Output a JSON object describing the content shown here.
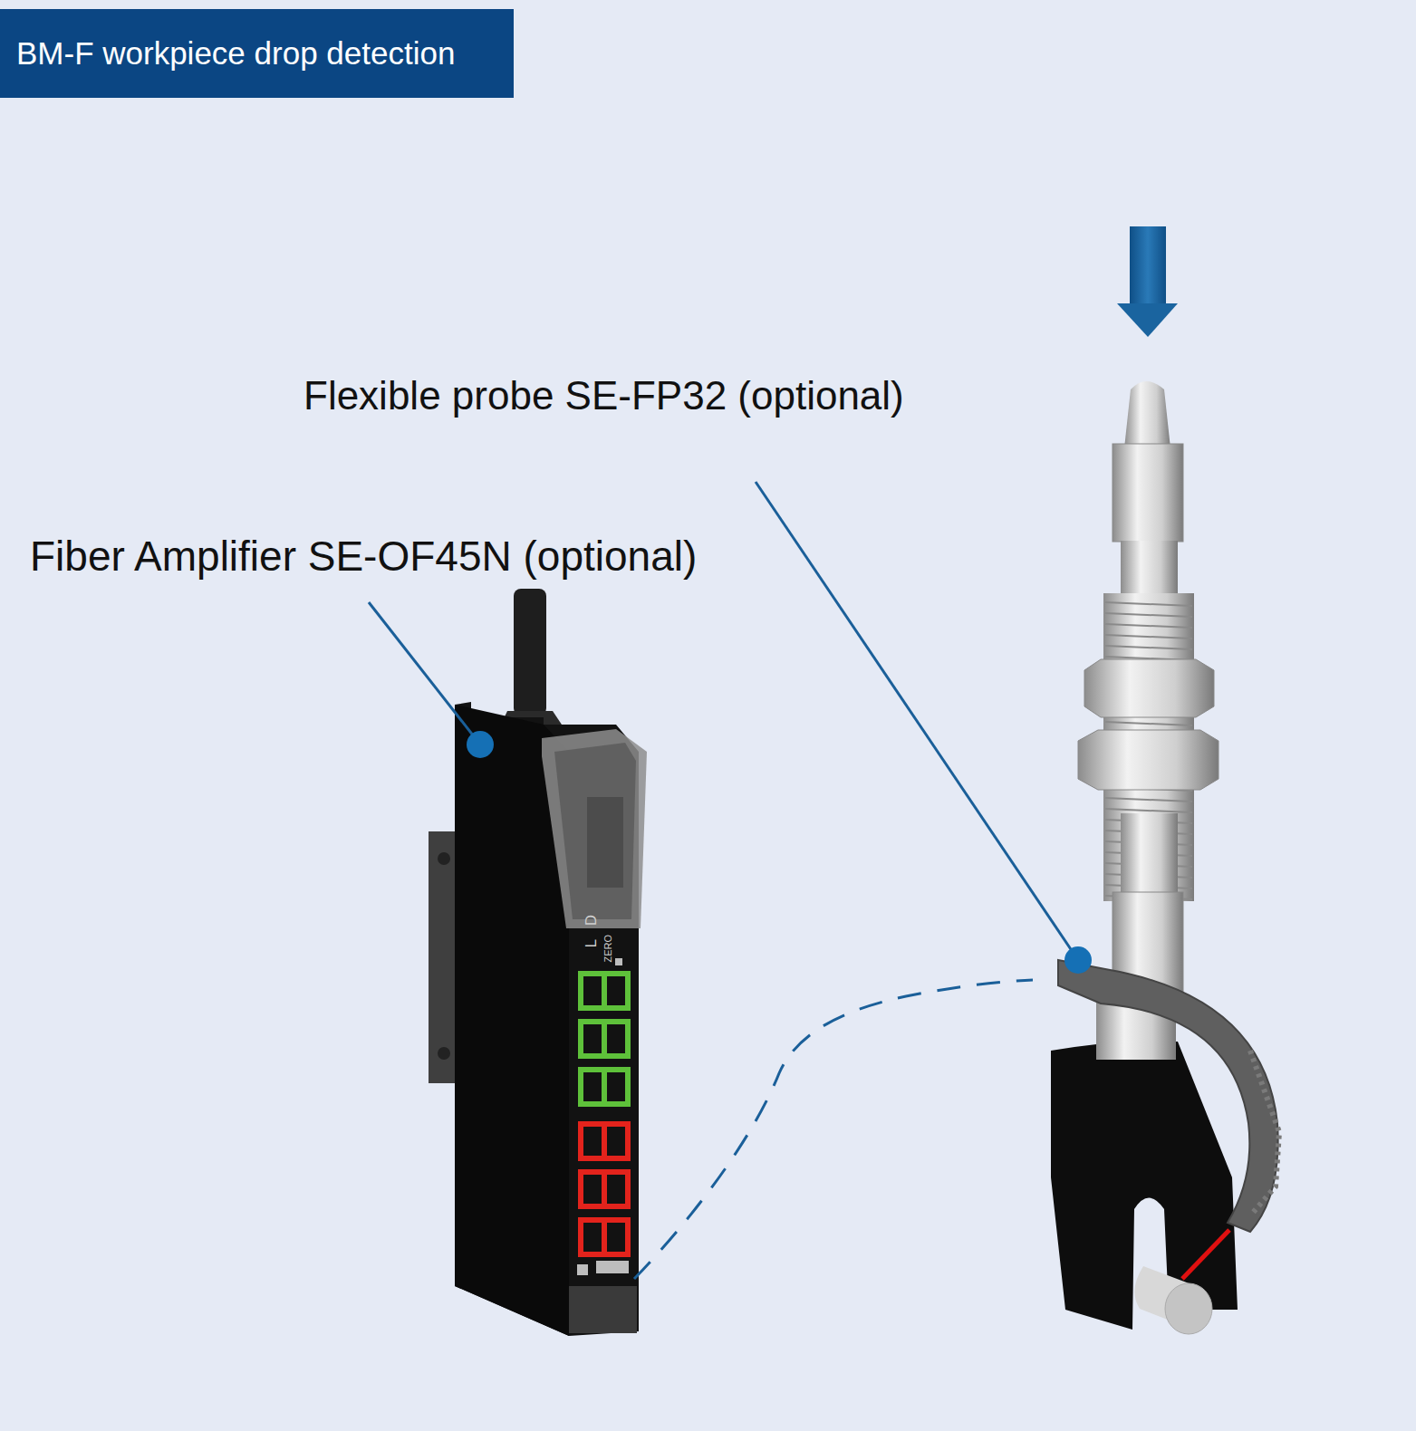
{
  "diagram": {
    "title": "BM-F workpiece drop detection",
    "labels": [
      "Flexible probe SE-FP32 (optional)",
      "Fiber Amplifier SE-OF45N (optional)",
      "L",
      "D",
      "ZERO"
    ]
  }
}
